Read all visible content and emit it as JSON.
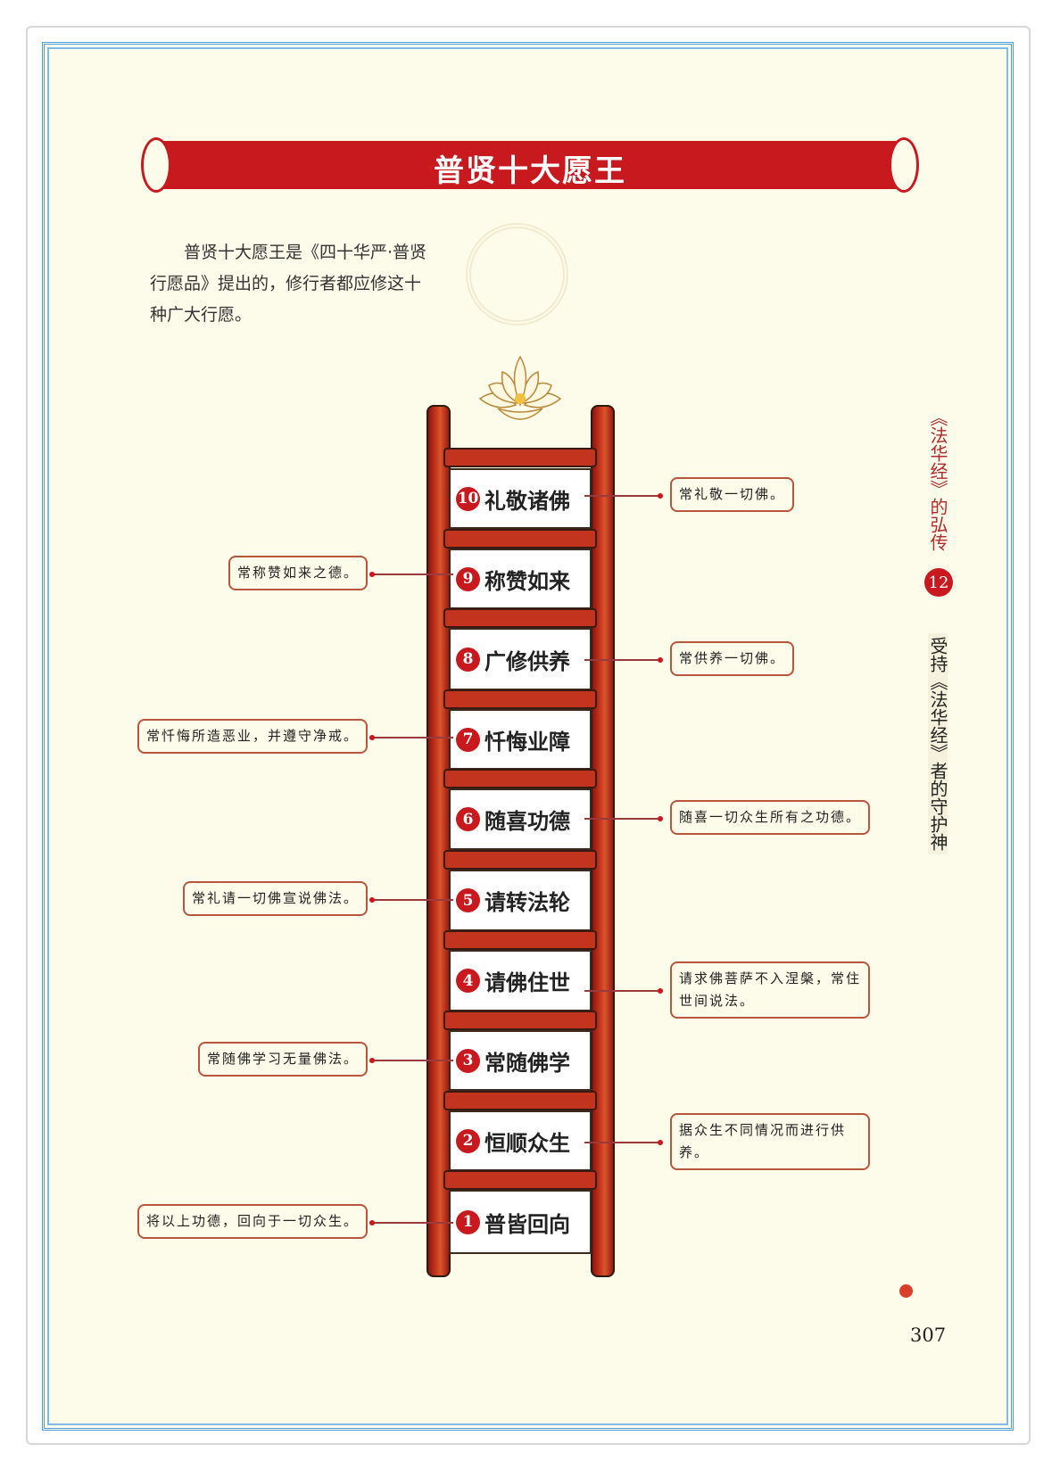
{
  "title": "普贤十大愿王",
  "intro": "普贤十大愿王是《四十华严·普贤行愿品》提出的，修行者都应修这十种广大行愿。",
  "side": {
    "chapter_title": "《法华经》的弘传",
    "chapter_number": "12",
    "section_title": "受持《法华经》者的守护神"
  },
  "page_number": "307",
  "vows": [
    {
      "number": "10",
      "name": "礼敬诸佛",
      "note": "常礼敬一切佛。",
      "side": "right"
    },
    {
      "number": "9",
      "name": "称赞如来",
      "note": "常称赞如来之德。",
      "side": "left"
    },
    {
      "number": "8",
      "name": "广修供养",
      "note": "常供养一切佛。",
      "side": "right"
    },
    {
      "number": "7",
      "name": "忏悔业障",
      "note": "常忏悔所造恶业，并遵守净戒。",
      "side": "left"
    },
    {
      "number": "6",
      "name": "随喜功德",
      "note": "随喜一切众生所有之功德。",
      "side": "right"
    },
    {
      "number": "5",
      "name": "请转法轮",
      "note": "常礼请一切佛宣说佛法。",
      "side": "left"
    },
    {
      "number": "4",
      "name": "请佛住世",
      "note": "请求佛菩萨不入涅槃，常住世间说法。",
      "side": "right"
    },
    {
      "number": "3",
      "name": "常随佛学",
      "note": "常随佛学习无量佛法。",
      "side": "left"
    },
    {
      "number": "2",
      "name": "恒顺众生",
      "note": "据众生不同情况而进行供养。",
      "side": "right"
    },
    {
      "number": "1",
      "name": "普皆回向",
      "note": "将以上功德，回向于一切众生。",
      "side": "left"
    }
  ]
}
